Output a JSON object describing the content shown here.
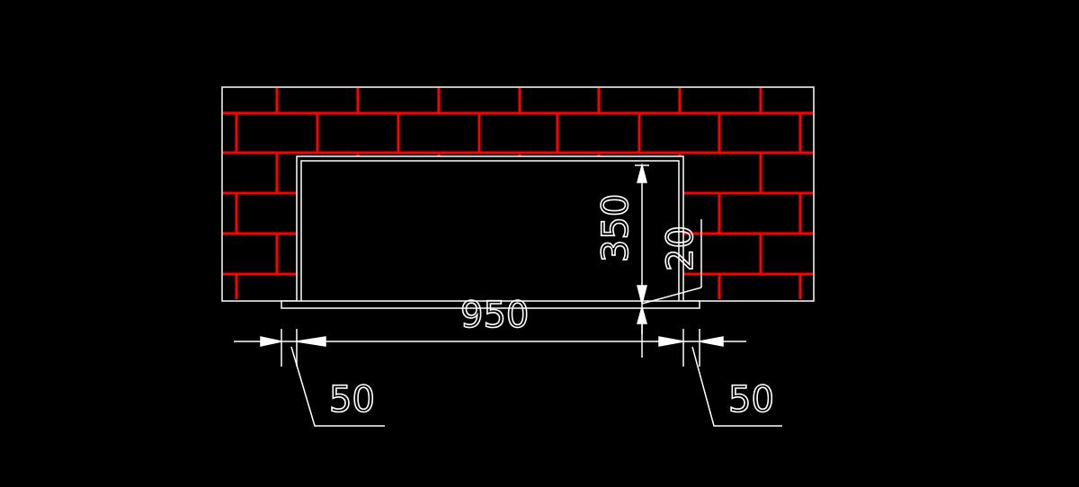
{
  "drawing": {
    "background": "#000000",
    "line_color": "#ffffff",
    "brick_color": "#ff0000"
  },
  "dimensions": {
    "width": "950",
    "height": "350",
    "thickness": "20",
    "left_margin": "50",
    "right_margin": "50"
  }
}
